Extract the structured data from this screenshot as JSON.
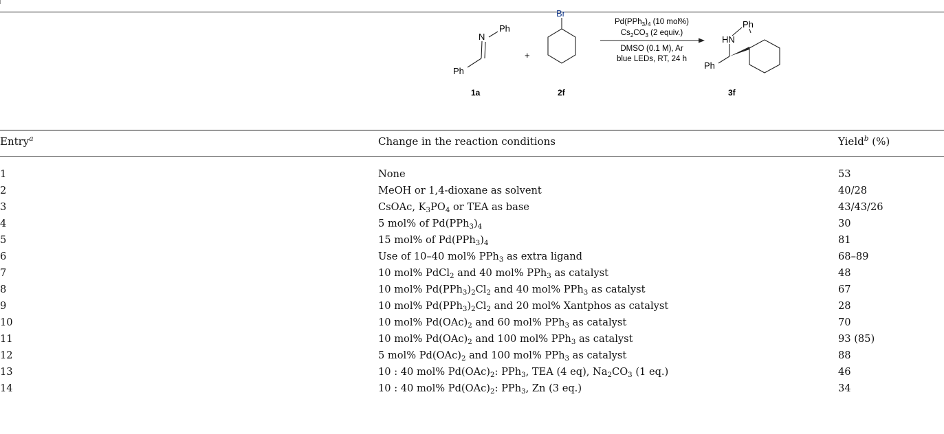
{
  "scheme": {
    "reactant1_label": "1a",
    "reactant2_label": "2f",
    "product_label": "3f",
    "atom_N": "N",
    "atom_Ph1": "Ph",
    "atom_Ph2": "Ph",
    "atom_Br": "Br",
    "atom_HN": "HN",
    "atom_Ph3": "Ph",
    "atom_Ph4": "Ph",
    "plus": "+",
    "cond_line1": "Pd(PPh3)4 (10 mol%)",
    "cond_line2": "Cs2CO3 (2 equiv.)",
    "cond_line3": "DMSO (0.1 M), Ar",
    "cond_line4": "blue LEDs, RT, 24 h"
  },
  "header": {
    "entry": "Entry",
    "entry_sup": "a",
    "change": "Change in the reaction conditions",
    "yield": "Yield",
    "yield_sup": "b",
    "yield_unit": "(%)"
  },
  "rows": [
    {
      "entry": "1",
      "change": "None",
      "yield": "53"
    },
    {
      "entry": "2",
      "change": "MeOH or 1,4-dioxane as solvent",
      "yield": "40/28"
    },
    {
      "entry": "3",
      "change": "CsOAc, K3PO4 or TEA as base",
      "yield": "43/43/26"
    },
    {
      "entry": "4",
      "change": "5 mol% of Pd(PPh3)4",
      "yield": "30"
    },
    {
      "entry": "5",
      "change": "15 mol% of Pd(PPh3)4",
      "yield": "81"
    },
    {
      "entry": "6",
      "change": "Use of 10–40 mol% PPh3 as extra ligand",
      "yield": "68–89"
    },
    {
      "entry": "7",
      "change": "10 mol% PdCl2 and 40 mol% PPh3 as catalyst",
      "yield": "48"
    },
    {
      "entry": "8",
      "change": "10 mol% Pd(PPh3)2Cl2 and 40 mol% PPh3 as catalyst",
      "yield": "67"
    },
    {
      "entry": "9",
      "change": "10 mol% Pd(PPh3)2Cl2 and 20 mol% Xantphos as catalyst",
      "yield": "28"
    },
    {
      "entry": "10",
      "change": "10 mol% Pd(OAc)2 and 60 mol% PPh3 as catalyst",
      "yield": "70"
    },
    {
      "entry": "11",
      "change": "10 mol% Pd(OAc)2 and 100 mol% PPh3 as catalyst",
      "yield": "93 (85)"
    },
    {
      "entry": "12",
      "change": "5 mol% Pd(OAc)2 and 100 mol% PPh3 as catalyst",
      "yield": "88"
    },
    {
      "entry": "13",
      "change": "10 : 40 mol% Pd(OAc)2: PPh3, TEA (4 eq), Na2CO3 (1 eq.)",
      "yield": "46"
    },
    {
      "entry": "14",
      "change": "10 : 40 mol% Pd(OAc)2: PPh3, Zn (3 eq.)",
      "yield": "34"
    }
  ]
}
